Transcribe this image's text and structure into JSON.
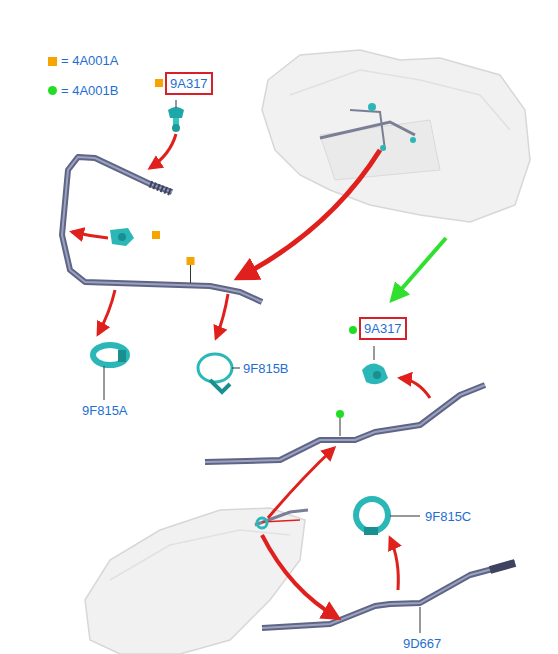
{
  "diagram": {
    "nodes": [
      {
        "text": [
          "9A317"
        ]
      },
      {
        "text": [
          "9A317"
        ]
      }
    ],
    "labels": [
      "9F815A",
      "9F815B",
      "9F815C",
      "9D667"
    ],
    "legend": [
      {
        "text": "= 4A001A",
        "color": "#f5a400"
      },
      {
        "text": "= 4A001B",
        "color": "#22dd22"
      }
    ]
  }
}
